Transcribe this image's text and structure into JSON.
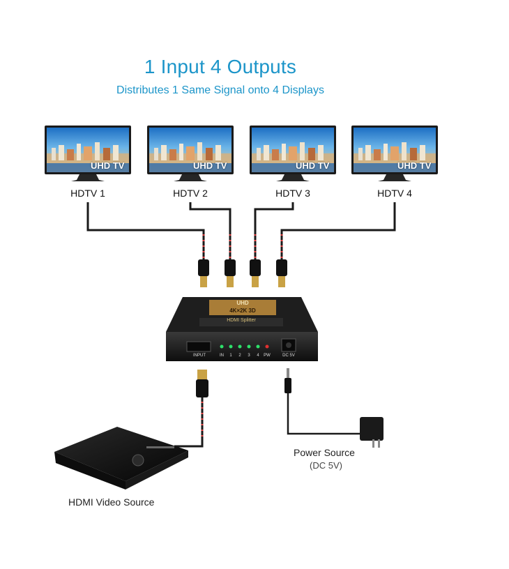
{
  "heading": {
    "title": "1 Input 4 Outputs",
    "subtitle": "Distributes 1 Same Signal onto 4 Displays"
  },
  "tvs": [
    {
      "label": "HDTV 1",
      "screen_text": "UHD TV"
    },
    {
      "label": "HDTV 2",
      "screen_text": "UHD TV"
    },
    {
      "label": "HDTV 3",
      "screen_text": "UHD TV"
    },
    {
      "label": "HDTV 4",
      "screen_text": "UHD TV"
    }
  ],
  "splitter": {
    "top_line1": "UHD",
    "top_line2": "4K×2K 3D",
    "brand_line": "HDMI Splitter",
    "input_label": "INPUT",
    "port_labels": [
      "IN",
      "1",
      "2",
      "3",
      "4",
      "PW"
    ],
    "dc_label": "DC 5V"
  },
  "source": {
    "label": "HDMI Video Source"
  },
  "power": {
    "label": "Power Source",
    "sub": "(DC 5V)"
  },
  "colors": {
    "accent": "#1c95c9",
    "led_green": "#2ee06a",
    "led_red": "#e23030"
  }
}
